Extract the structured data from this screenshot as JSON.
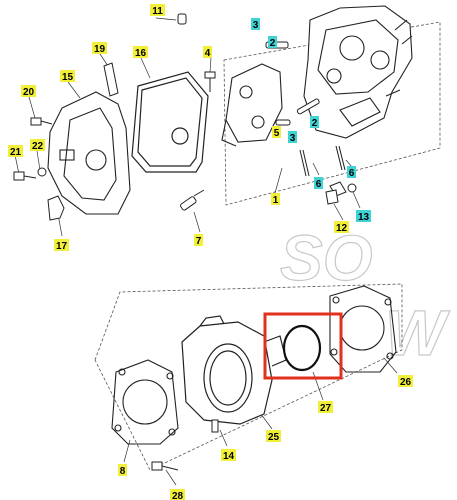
{
  "watermark": {
    "line1": "SO",
    "line2": "W"
  },
  "highlight": {
    "color": "#e0301e",
    "target_part": "27"
  },
  "label_colors": {
    "yellow": "#f2ef3a",
    "cyan": "#3fd3d6"
  },
  "callouts": {
    "c11": "11",
    "c4": "4",
    "c3a": "3",
    "c2a": "2",
    "c19": "19",
    "c16": "16",
    "c15": "15",
    "c20": "20",
    "c5": "5",
    "c2b": "2",
    "c3b": "3",
    "c21": "21",
    "c22": "22",
    "c6a": "6",
    "c6b": "6",
    "c1": "1",
    "c13": "13",
    "c12": "12",
    "c17": "17",
    "c7": "7",
    "c26": "26",
    "c27": "27",
    "c25": "25",
    "c8": "8",
    "c14": "14",
    "c28": "28"
  }
}
